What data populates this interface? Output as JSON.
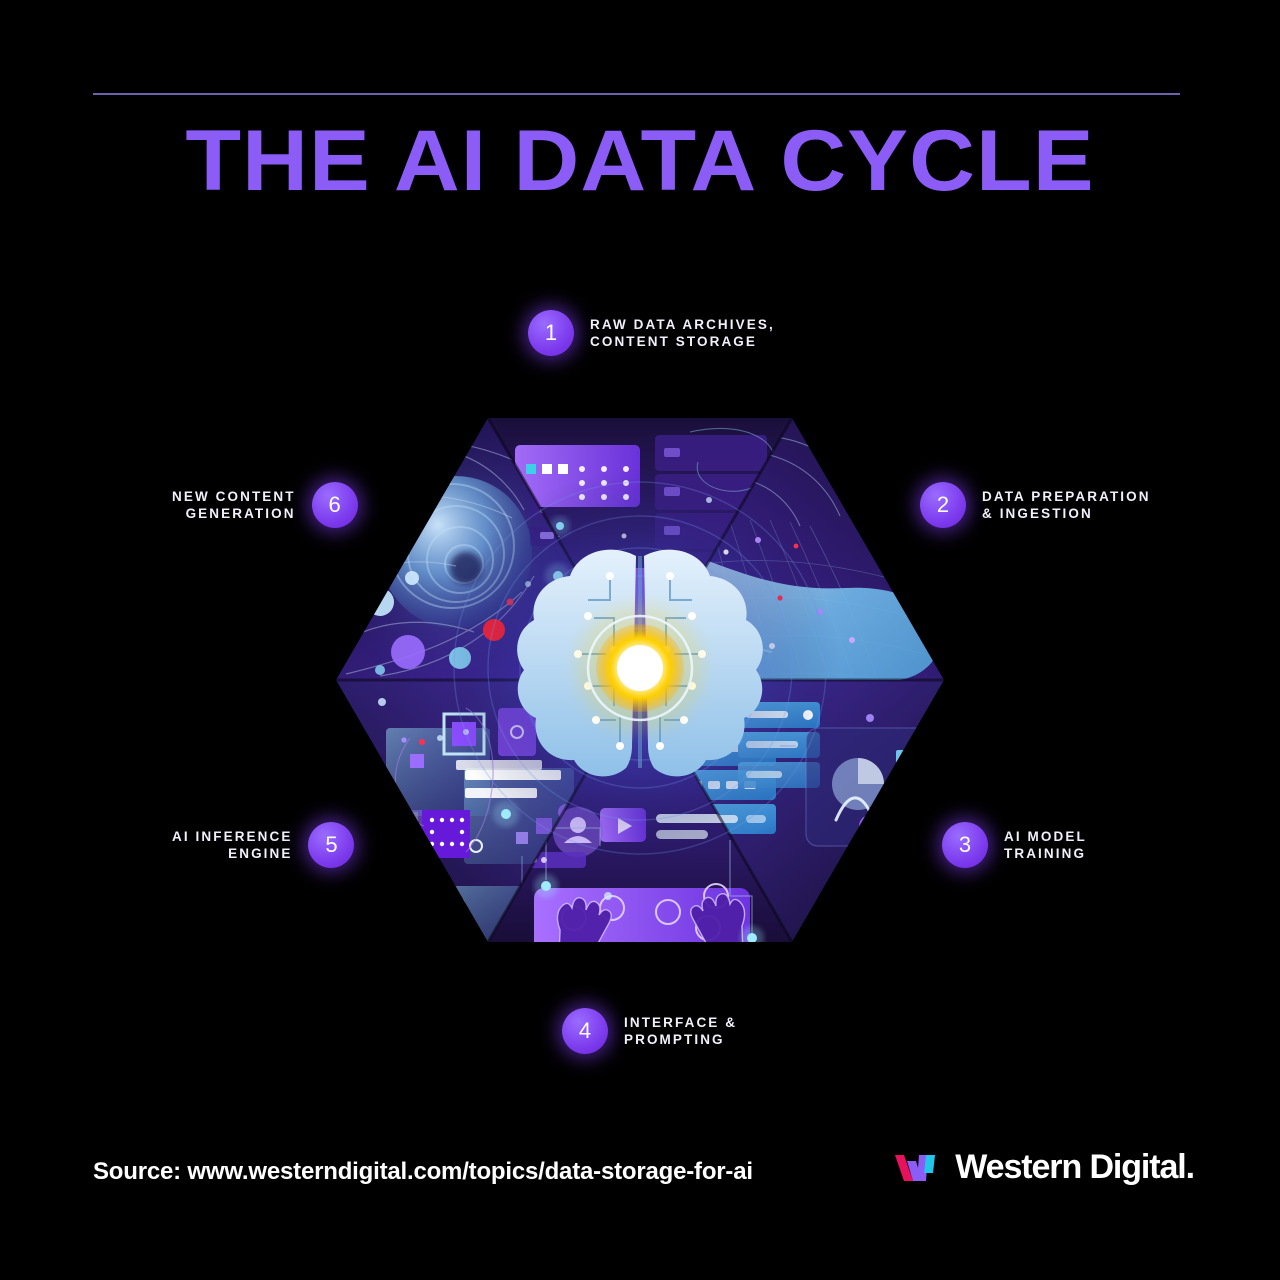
{
  "header": {
    "title": "THE AI DATA CYCLE"
  },
  "cycle": {
    "center": {
      "icon": "brain-icon",
      "core_color": "#ffd400",
      "brain_color": "#bcd9f5"
    },
    "accent_color": "#8b5cf6",
    "background_color": "#000000",
    "steps": [
      {
        "number": "1",
        "label": "RAW DATA ARCHIVES,\nCONTENT STORAGE",
        "position": "top",
        "align": "left",
        "scene": "server-racks-and-storage-panels"
      },
      {
        "number": "2",
        "label": "DATA PREPARATION\n& INGESTION",
        "position": "top-right",
        "align": "left",
        "scene": "flowing-data-stream-ribbon-with-particles"
      },
      {
        "number": "3",
        "label": "AI MODEL\nTRAINING",
        "position": "bottom-right",
        "align": "left",
        "scene": "dashboard-charts-with-two-people"
      },
      {
        "number": "4",
        "label": "INTERFACE &\nPROMPTING",
        "position": "bottom",
        "align": "left",
        "scene": "hands-typing-on-keyboard-with-media-cards"
      },
      {
        "number": "5",
        "label": "AI INFERENCE\nENGINE",
        "position": "bottom-left",
        "align": "right",
        "scene": "processor-chip-and-translucent-panels"
      },
      {
        "number": "6",
        "label": "NEW CONTENT\nGENERATION",
        "position": "top-left",
        "align": "right",
        "scene": "glowing-sphere-vortex-with-orbiting-nodes"
      }
    ]
  },
  "footer": {
    "source": "Source: www.westerndigital.com/topics/data-storage-for-ai",
    "logo_text": "Western Digital.",
    "logo_colors": [
      "#e8125c",
      "#8b5cf6",
      "#22c6e8"
    ]
  }
}
